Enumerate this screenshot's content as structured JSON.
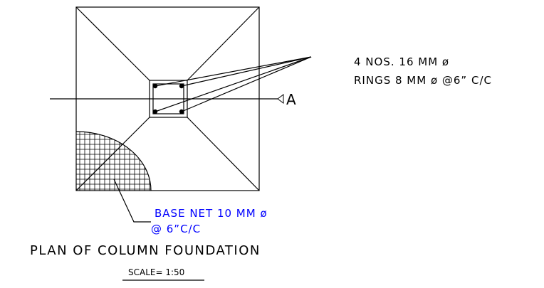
{
  "title": "PLAN OF COLUMN FOUNDATION",
  "scale": "SCALE= 1:50",
  "section_marker": "A",
  "rebar_note": {
    "line1": "4 NOS. 16 MM ø",
    "line2": "RINGS 8 MM ø @6” C/C"
  },
  "base_net_note": {
    "line1": "BASE NET 10 MM ø",
    "line2": "@ 6”C/C"
  },
  "colors": {
    "line": "#000000",
    "note_blue": "#0000ff",
    "background": "#ffffff"
  }
}
